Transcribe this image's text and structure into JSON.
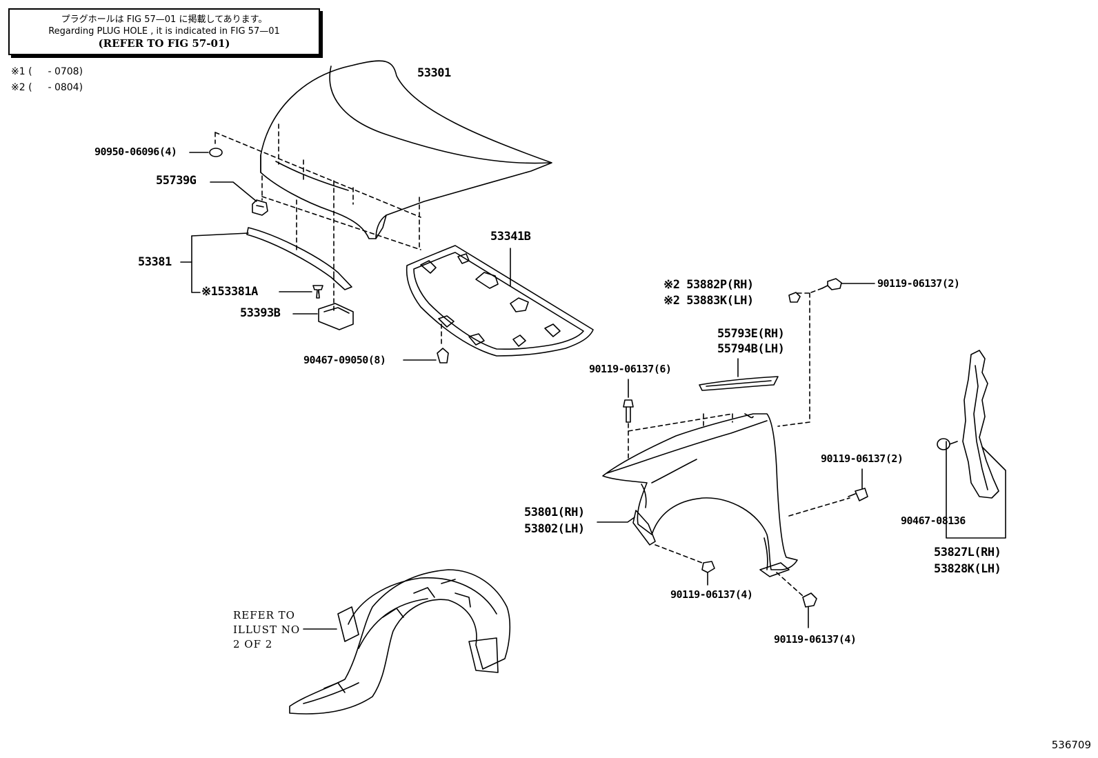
{
  "notes": {
    "japanese": "プラグホールは FIG 57—01 に掲載してあります。",
    "english": "Regarding PLUG HOLE , it is indicated in FIG 57—01",
    "refer": "(REFER TO FIG 57-01)"
  },
  "ranges": [
    {
      "mark": "※1",
      "text": "(  　- 0708)"
    },
    {
      "mark": "※2",
      "text": "(  　- 0804)"
    }
  ],
  "labels": {
    "hood": "53301",
    "cushion_90950": "90950-06096(4)",
    "stopper_55739g": "55739G",
    "seal_53381": "53381",
    "clip_53381a": "※153381A",
    "cover_53393b": "53393B",
    "insulator_53341b": "53341B",
    "clip_90467_09050": "90467-09050(8)",
    "bracket_rh": "※2 53882P(RH)",
    "bracket_lh": "※2 53883K(LH)",
    "bolt_top_right": "90119-06137(2)",
    "seal_rh": "55793E(RH)",
    "seal_lh": "55794B(LH)",
    "bolt_6": "90119-06137(6)",
    "bolt_fender_2": "90119-06137(2)",
    "fender_rh": "53801(RH)",
    "fender_lh": "53802(LH)",
    "bolt_bottom_4a": "90119-06137(4)",
    "bolt_bottom_4b": "90119-06137(4)",
    "clip_90467_08136": "90467-08136",
    "seal_panel_rh": "53827L(RH)",
    "seal_panel_lh": "53828K(LH)"
  },
  "refer_illust": [
    "REFER TO",
    "ILLUST NO",
    "2 OF 2"
  ],
  "illustration_number": "536709"
}
